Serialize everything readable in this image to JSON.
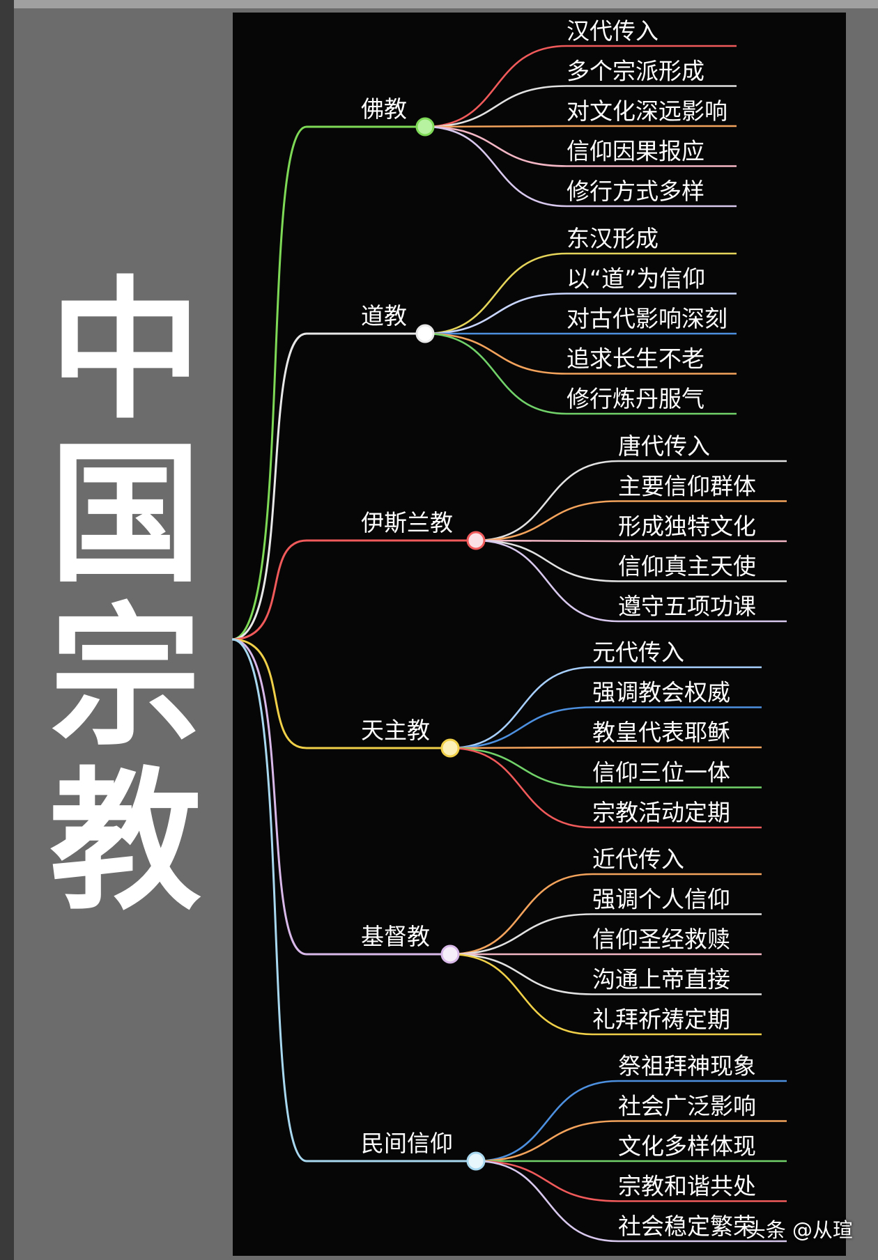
{
  "title_chars": [
    "中",
    "国",
    "宗",
    "教"
  ],
  "branches": [
    {
      "label": "佛教",
      "color": "#7ed957",
      "node_color": "#b6f2a0",
      "leaves": [
        {
          "text": "汉代传入",
          "color": "#f05a5a"
        },
        {
          "text": "多个宗派形成",
          "color": "#e2e2e2"
        },
        {
          "text": "对文化深远影响",
          "color": "#f3a35c"
        },
        {
          "text": "信仰因果报应",
          "color": "#f2b6c4"
        },
        {
          "text": "修行方式多样",
          "color": "#d8c8ee"
        }
      ]
    },
    {
      "label": "道教",
      "color": "#e8e8e8",
      "node_color": "#ffffff",
      "leaves": [
        {
          "text": "东汉形成",
          "color": "#e5d45a"
        },
        {
          "text": "以“道”为信仰",
          "color": "#c9d6ff"
        },
        {
          "text": "对古代影响深刻",
          "color": "#4d90e0"
        },
        {
          "text": "追求长生不老",
          "color": "#f3a35c"
        },
        {
          "text": "修行炼丹服气",
          "color": "#72d26a"
        }
      ]
    },
    {
      "label": "伊斯兰教",
      "color": "#f05a5a",
      "node_color": "#fbe0e6",
      "leaves": [
        {
          "text": "唐代传入",
          "color": "#e2e2e2"
        },
        {
          "text": "主要信仰群体",
          "color": "#f3a35c"
        },
        {
          "text": "形成独特文化",
          "color": "#f2b6c4"
        },
        {
          "text": "信仰真主天使",
          "color": "#e2e2e2"
        },
        {
          "text": "遵守五项功课",
          "color": "#d8c8ee"
        }
      ]
    },
    {
      "label": "天主教",
      "color": "#f0d048",
      "node_color": "#fbf0b8",
      "leaves": [
        {
          "text": "元代传入",
          "color": "#a8d0ff"
        },
        {
          "text": "强调教会权威",
          "color": "#4d90e0"
        },
        {
          "text": "教皇代表耶稣",
          "color": "#f3a35c"
        },
        {
          "text": "信仰三位一体",
          "color": "#72d26a"
        },
        {
          "text": "宗教活动定期",
          "color": "#f05a5a"
        }
      ]
    },
    {
      "label": "基督教",
      "color": "#d8b8e8",
      "node_color": "#f6eef8",
      "leaves": [
        {
          "text": "近代传入",
          "color": "#f3a35c"
        },
        {
          "text": "强调个人信仰",
          "color": "#e2e2e2"
        },
        {
          "text": "信仰圣经救赎",
          "color": "#f2b6c4"
        },
        {
          "text": "沟通上帝直接",
          "color": "#e2e2e2"
        },
        {
          "text": "礼拜祈祷定期",
          "color": "#f0d048"
        }
      ]
    },
    {
      "label": "民间信仰",
      "color": "#a8d8f0",
      "node_color": "#e6f6fb",
      "leaves": [
        {
          "text": "祭祖拜神现象",
          "color": "#4d90e0"
        },
        {
          "text": "社会广泛影响",
          "color": "#f3a35c"
        },
        {
          "text": "文化多样体现",
          "color": "#72d26a"
        },
        {
          "text": "宗教和谐共处",
          "color": "#f05a5a"
        },
        {
          "text": "社会稳定繁荣",
          "color": "#d8c8ee"
        }
      ]
    }
  ],
  "watermark": "头条 @从瑄"
}
